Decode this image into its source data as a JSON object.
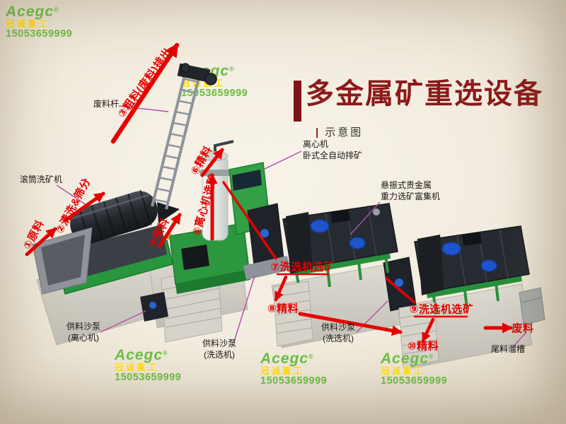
{
  "title": {
    "main": "多金属矿重选设备",
    "subtitle_prefix": "|",
    "subtitle": "示意图"
  },
  "watermark": {
    "brand": "Acegc",
    "reg": "®",
    "company": "冠诚重工",
    "phone": "15053659999"
  },
  "flow_labels": {
    "s1": "①原料",
    "s2": "②清洗&筛分",
    "s3": "③粗料(废料)排出",
    "s4": "④细料",
    "s5": "⑤离心机选矿",
    "s6": "⑥精料",
    "s7": "⑦洗选机选矿",
    "s8": "⑧精料",
    "s9": "⑨洗选机选矿",
    "s10": "⑩精料",
    "waste": "废料"
  },
  "machine_labels": {
    "waste_rod": "废料杆",
    "drum_washer": "滚筒洗矿机",
    "centrifuge_line1": "离心机",
    "centrifuge_line2": "卧式全自动排矿",
    "concentrator_line1": "悬振式贵金属",
    "concentrator_line2": "重力选矿富集机",
    "pump_centrifuge_line1": "供料沙泵",
    "pump_centrifuge_line2": "(离心机)",
    "pump_washer1_line1": "供料沙泵",
    "pump_washer1_line2": "(洗选机)",
    "pump_washer2_line1": "供料沙泵",
    "pump_washer2_line2": "(洗选机)",
    "tailings_chute": "尾料溜槽"
  },
  "colors": {
    "accent_red": "#e60000",
    "title_red": "#8c1a1a",
    "watermark_green": "#6cbe44",
    "watermark_yellow": "#ffd800",
    "machine_green": "#2b9840",
    "pointer_magenta": "#b44fa6",
    "background": "#f2ecdf"
  }
}
